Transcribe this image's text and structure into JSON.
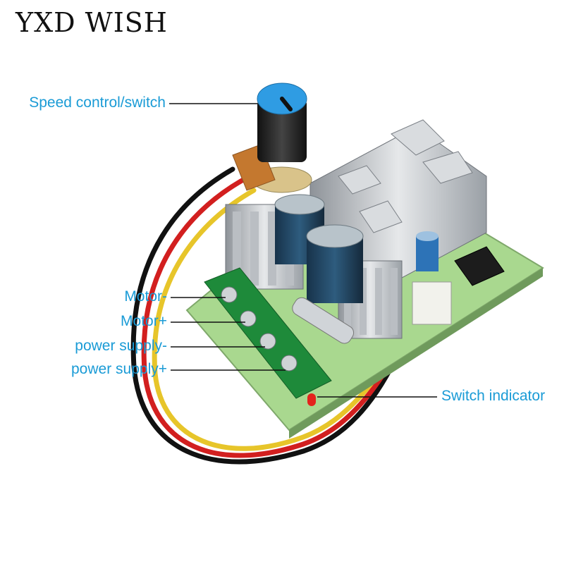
{
  "brand": "YXD WISH",
  "labels": {
    "speed_control": "Speed control/switch",
    "motor_minus": "Motor-",
    "motor_plus": "Motor+",
    "power_supply_minus": "power supply-",
    "power_supply_plus": "power supply+",
    "switch_indicator": "Switch indicator"
  },
  "colors": {
    "label": "#1a9bd6",
    "pcb": "#a9d88f",
    "terminal": "#1e8a3a",
    "knob_cap": "#2f9ce3",
    "heatsink": "#c9ccd0"
  }
}
